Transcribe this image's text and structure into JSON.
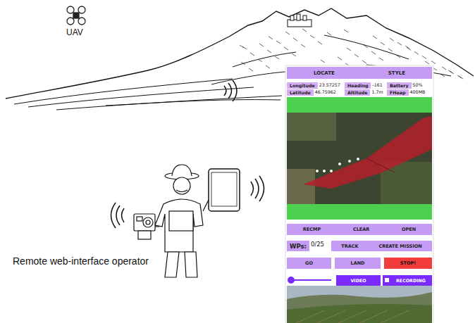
{
  "diagram": {
    "nodes": [
      {
        "text": [
          "LOCATE",
          "STYLE"
        ]
      },
      {
        "text": [
          "Longitude"
        ]
      },
      {
        "text": [
          "Heading"
        ]
      },
      {
        "text": [
          "Battery"
        ]
      },
      {
        "text": [
          "Latitude"
        ]
      },
      {
        "text": [
          "Altitude"
        ]
      },
      {
        "text": [
          "FHeap"
        ]
      },
      {
        "text": [
          "RECMP",
          "CLEAR",
          "OPEN"
        ]
      },
      {
        "text": [
          "WPs:"
        ]
      },
      {
        "text": [
          "TRACK",
          "CREATE MISSION"
        ]
      },
      {
        "text": [
          "GO"
        ]
      },
      {
        "text": [
          "LAND"
        ]
      },
      {
        "text": [
          "STOP!"
        ]
      },
      {
        "text": [
          "VIDEO"
        ]
      },
      {
        "text": [
          "RECORDING"
        ]
      }
    ],
    "labels": [
      "UAV",
      "Remote web-interface operator",
      "23.57257",
      "-161",
      "50%",
      "46.75962",
      "1.7m",
      "400MB",
      "0/25"
    ]
  }
}
